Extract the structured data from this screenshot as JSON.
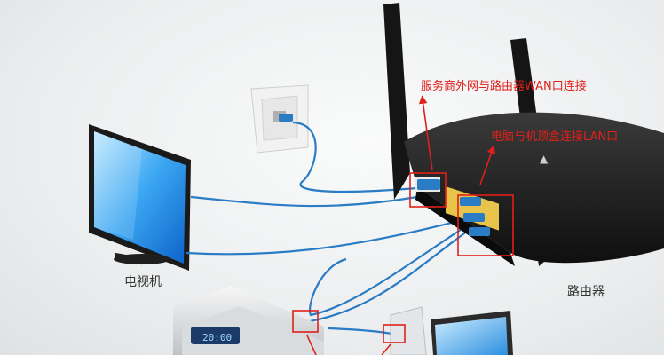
{
  "labels": {
    "tv": "电视机",
    "router": "路由器",
    "settop_time": "20:00"
  },
  "annotations": {
    "wan": "服务商外网与路由器WAN口连接",
    "lan": "电脑与机顶盒连接LAN口"
  },
  "colors": {
    "annotation_red": "#e0201a",
    "cable_blue": "#2a7cc4",
    "router_body": "#1c1c1c",
    "port_yellow": "#e8c54a"
  }
}
